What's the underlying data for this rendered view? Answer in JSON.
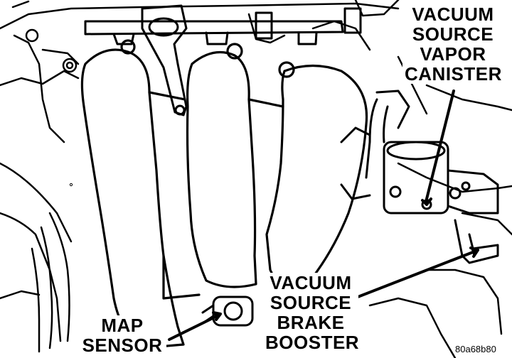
{
  "labels": {
    "vacuum_vapor": [
      "VACUUM",
      "SOURCE",
      "VAPOR",
      "CANISTER"
    ],
    "map_sensor": [
      "MAP",
      "SENSOR"
    ],
    "vacuum_brake": [
      "VACUUM",
      "SOURCE",
      "BRAKE",
      "BOOSTER"
    ]
  },
  "figure_code": "80a68b80",
  "colors": {
    "ink": "#000000",
    "paper": "#ffffff"
  }
}
